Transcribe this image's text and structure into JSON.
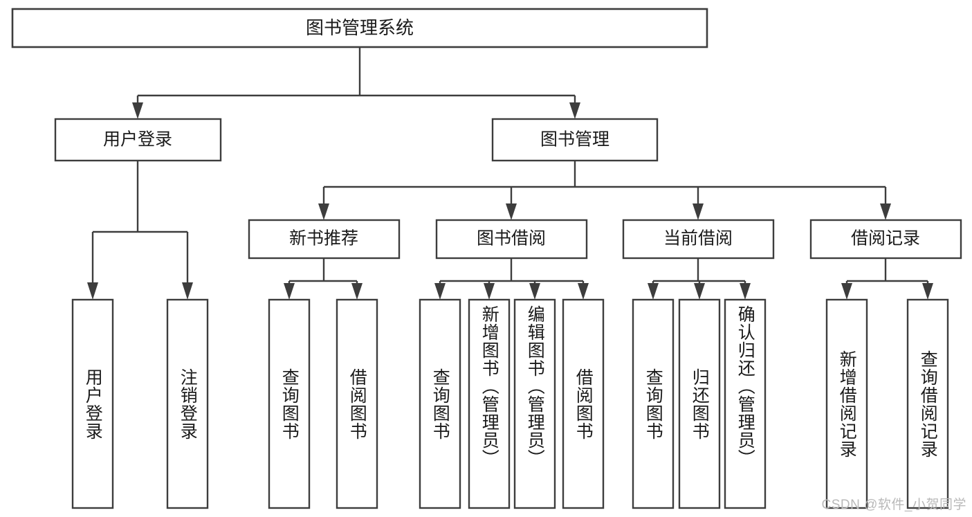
{
  "diagram": {
    "title": "图书管理系统",
    "type": "tree",
    "watermark": "CSDN @软件_小贺同学",
    "colors": {
      "background": "#ffffff",
      "box_stroke": "#3d3d3d",
      "box_fill": "#ffffff",
      "text": "#1a1a1a",
      "watermark": "#b9b9b9"
    },
    "root": {
      "label": "图书管理系统",
      "orientation": "horizontal"
    },
    "level2": [
      {
        "label": "用户登录",
        "orientation": "horizontal"
      },
      {
        "label": "图书管理",
        "orientation": "horizontal"
      }
    ],
    "level3": [
      {
        "label": "新书推荐",
        "orientation": "horizontal",
        "parent": "图书管理"
      },
      {
        "label": "图书借阅",
        "orientation": "horizontal",
        "parent": "图书管理"
      },
      {
        "label": "当前借阅",
        "orientation": "horizontal",
        "parent": "图书管理"
      },
      {
        "label": "借阅记录",
        "orientation": "horizontal",
        "parent": "图书管理"
      }
    ],
    "leaves": [
      {
        "label": "用户登录",
        "orientation": "vertical",
        "parent": "用户登录"
      },
      {
        "label": "注销登录",
        "orientation": "vertical",
        "parent": "用户登录"
      },
      {
        "label": "查询图书",
        "orientation": "vertical",
        "parent": "新书推荐"
      },
      {
        "label": "借阅图书",
        "orientation": "vertical",
        "parent": "新书推荐"
      },
      {
        "label": "查询图书",
        "orientation": "vertical",
        "parent": "图书借阅"
      },
      {
        "label": "新增图书（管理员）",
        "orientation": "vertical",
        "parent": "图书借阅"
      },
      {
        "label": "编辑图书（管理员）",
        "orientation": "vertical",
        "parent": "图书借阅"
      },
      {
        "label": "借阅图书",
        "orientation": "vertical",
        "parent": "图书借阅"
      },
      {
        "label": "查询图书",
        "orientation": "vertical",
        "parent": "当前借阅"
      },
      {
        "label": "归还图书",
        "orientation": "vertical",
        "parent": "当前借阅"
      },
      {
        "label": "确认归还（管理员）",
        "orientation": "vertical",
        "parent": "当前借阅"
      },
      {
        "label": "新增借阅记录",
        "orientation": "vertical",
        "parent": "借阅记录"
      },
      {
        "label": "查询借阅记录",
        "orientation": "vertical",
        "parent": "借阅记录"
      }
    ]
  }
}
